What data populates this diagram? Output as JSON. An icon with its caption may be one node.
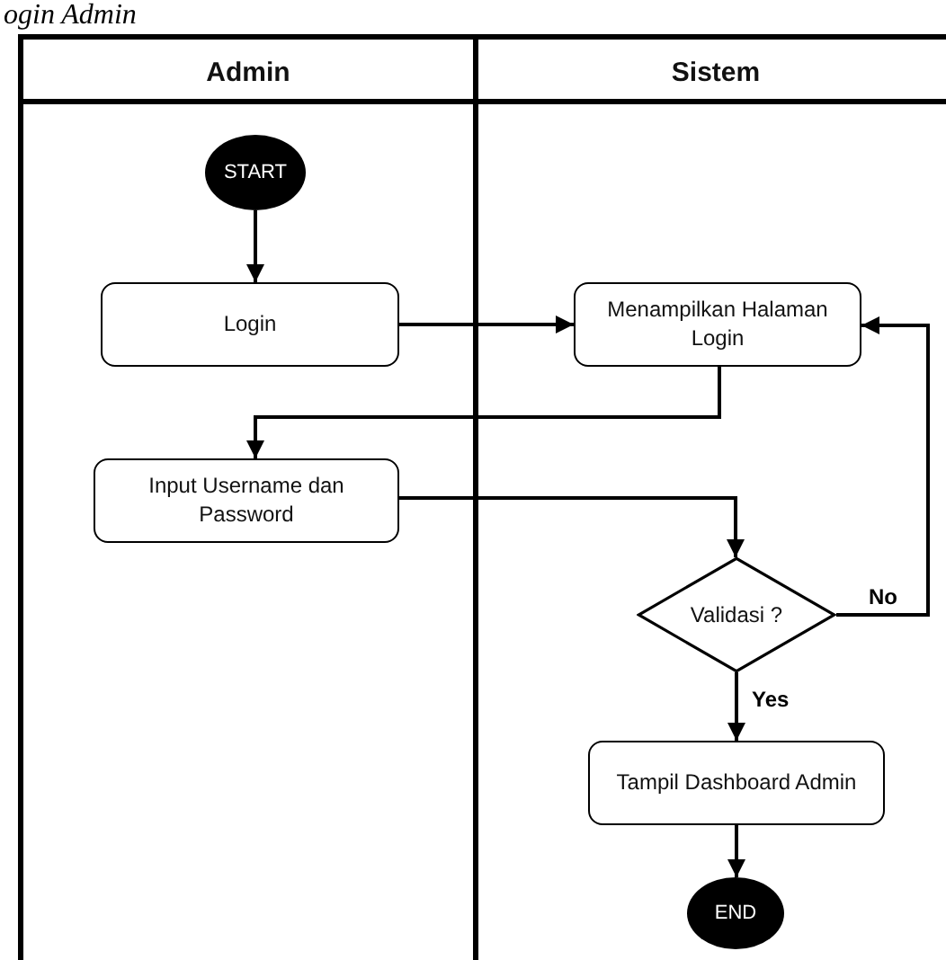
{
  "diagram": {
    "title": "ogin Admin",
    "nodes": [
      {
        "text": [
          "Admin"
        ]
      },
      {
        "text": [
          "Sistem"
        ]
      },
      {
        "text": [
          "START"
        ],
        "in": 0
      },
      {
        "text": [
          "Login"
        ],
        "in": 0
      },
      {
        "text": [
          "Menampilkan Halaman Login"
        ],
        "in": 1
      },
      {
        "text": [
          "Input Username dan Password"
        ],
        "in": 0
      },
      {
        "text": [
          "Validasi ?"
        ],
        "in": 1
      },
      {
        "text": [
          "Tampil Dashboard Admin"
        ],
        "in": 1
      },
      {
        "text": [
          "END"
        ],
        "in": 1
      }
    ],
    "edges": [
      {
        "from": 2,
        "to": 3,
        "arrow": "to"
      },
      {
        "from": 3,
        "to": 4,
        "arrow": "to"
      },
      {
        "from": 4,
        "to": 5,
        "arrow": "to"
      },
      {
        "from": 5,
        "to": 6,
        "arrow": "to"
      },
      {
        "from": 6,
        "to": 4,
        "arrow": "to",
        "label": "No"
      },
      {
        "from": 6,
        "to": 7,
        "arrow": "to",
        "label": "Yes"
      },
      {
        "from": 7,
        "to": 8,
        "arrow": "to"
      }
    ]
  }
}
